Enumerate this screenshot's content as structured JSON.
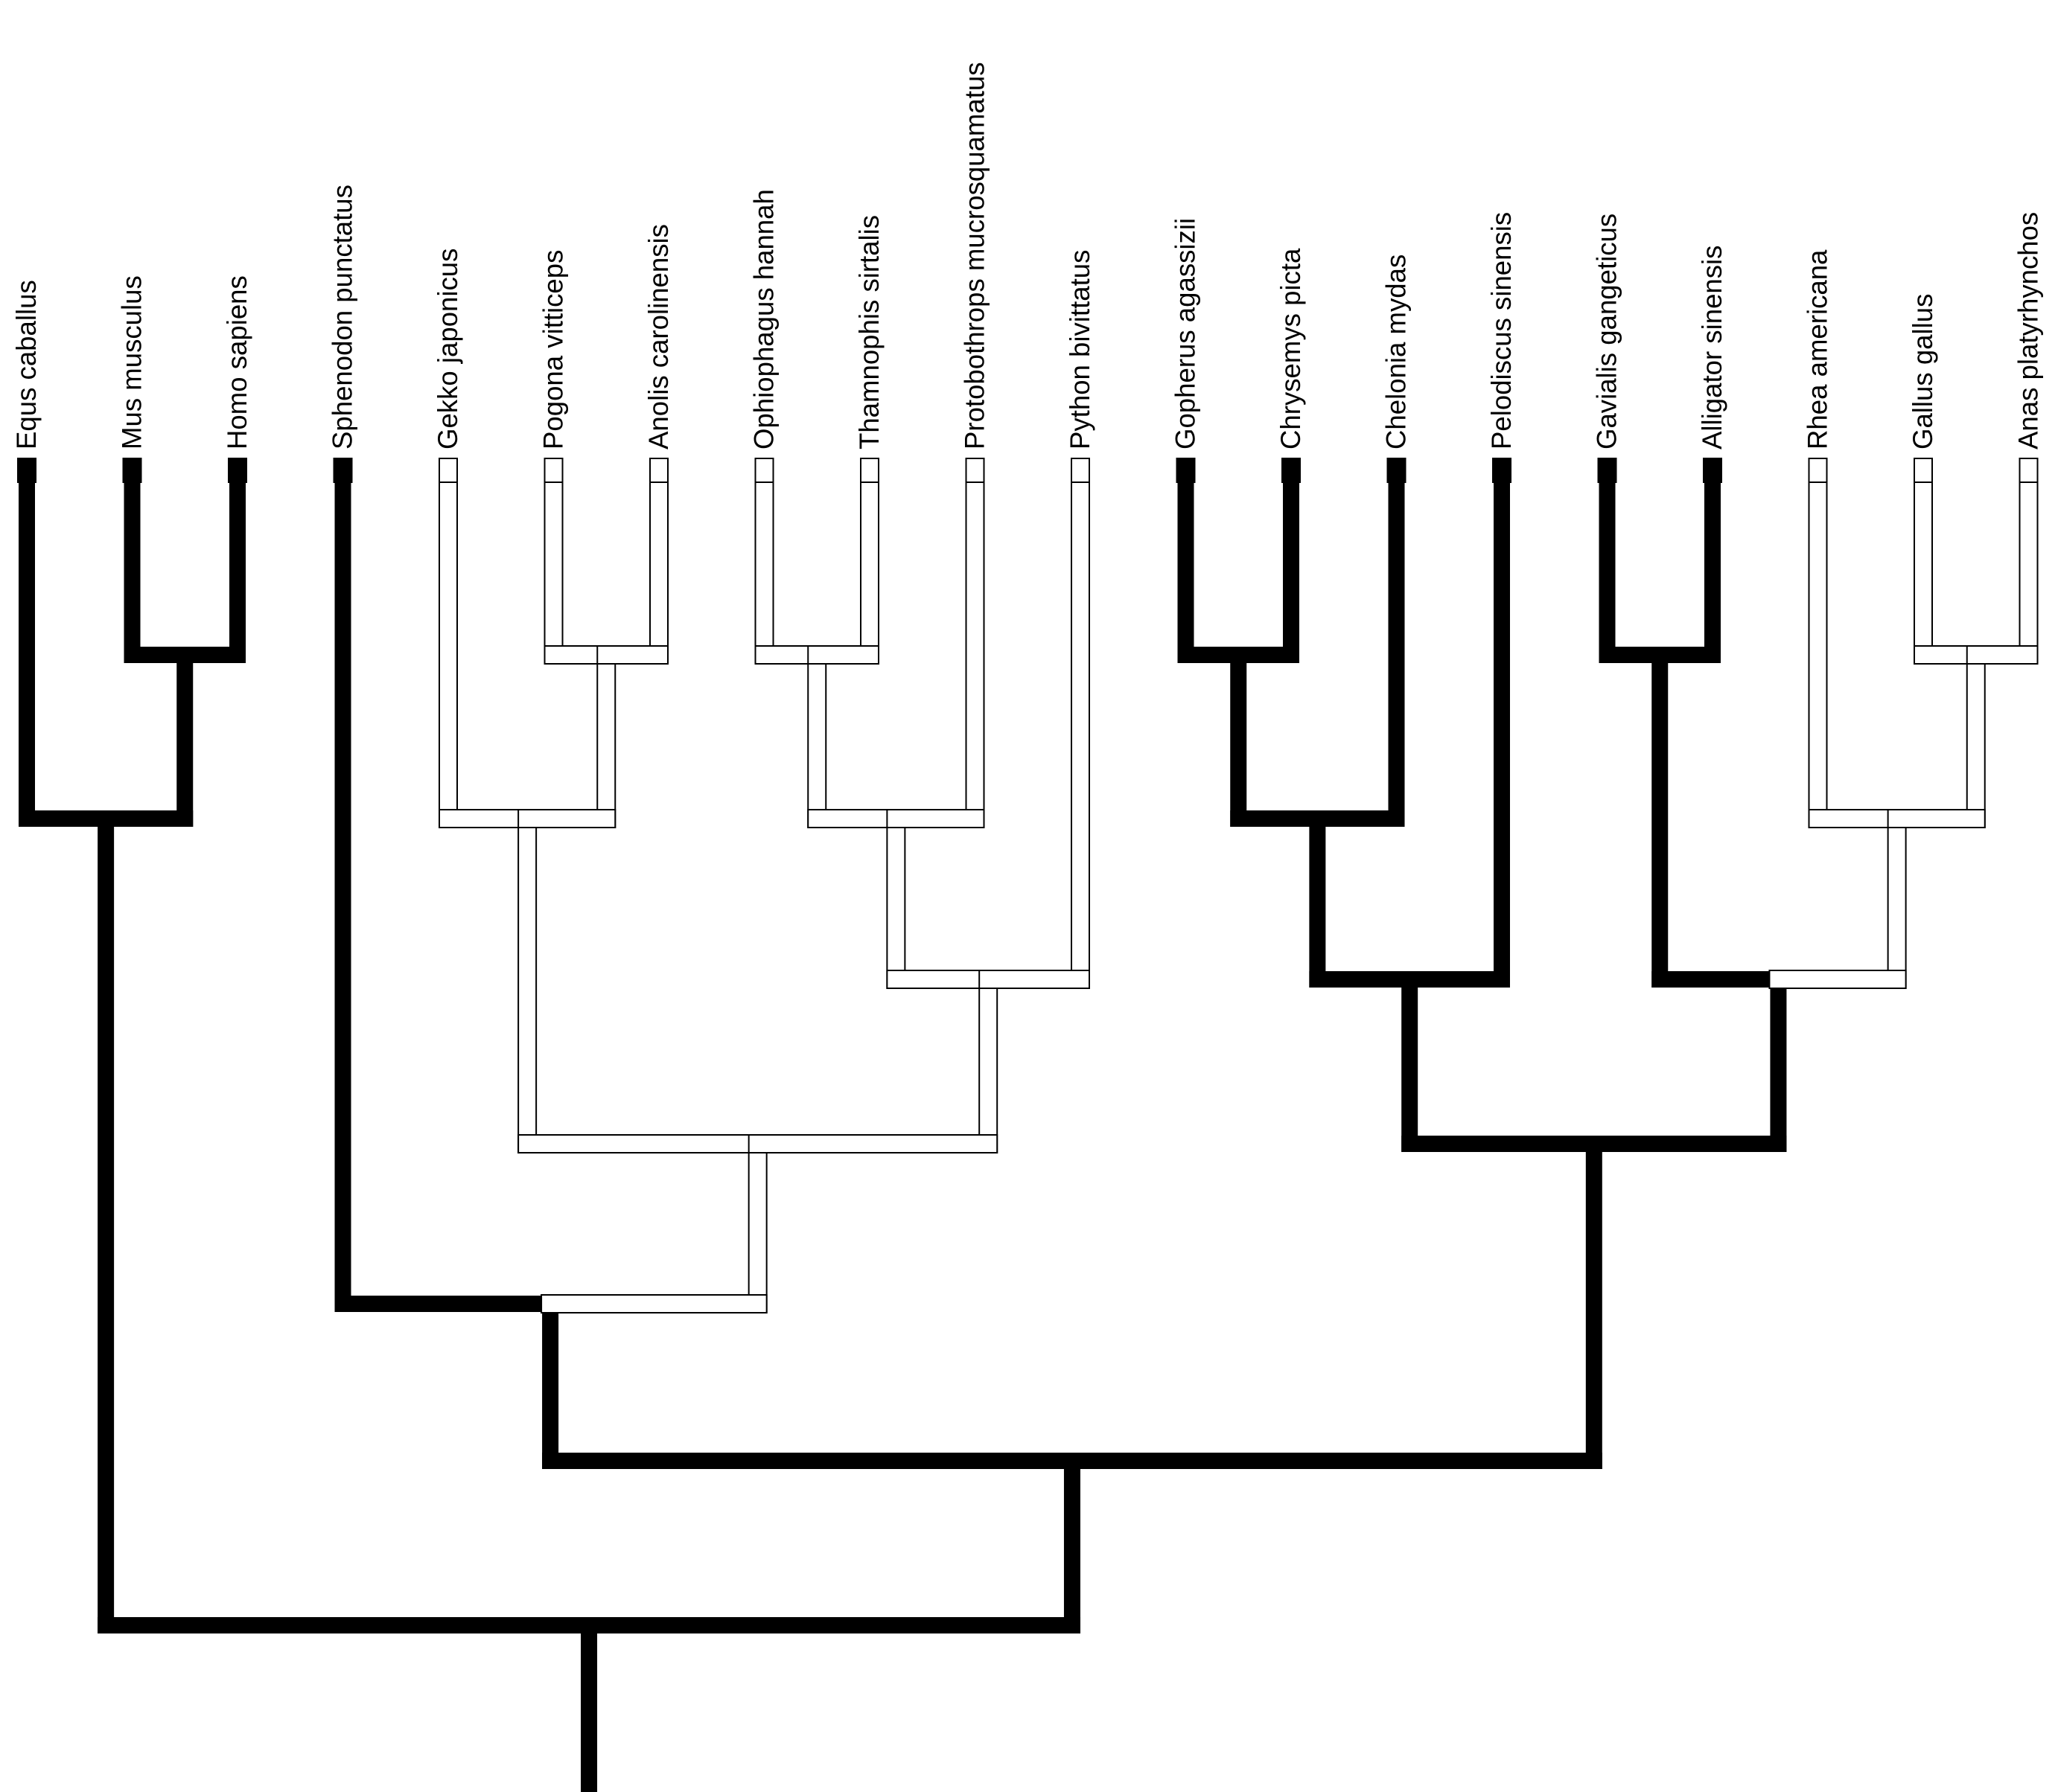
{
  "tree": {
    "state_colors": {
      "present": "#000000",
      "absent": "#ffffff"
    },
    "branch_outline": "#000000",
    "taxa": [
      {
        "name": "Equs caballus",
        "state": "present"
      },
      {
        "name": "Mus musculus",
        "state": "present"
      },
      {
        "name": "Homo sapiens",
        "state": "present"
      },
      {
        "name": "Sphenodon punctatus",
        "state": "present"
      },
      {
        "name": "Gekko japonicus",
        "state": "absent"
      },
      {
        "name": "Pogona vitticeps",
        "state": "absent"
      },
      {
        "name": "Anolis carolinensis",
        "state": "absent"
      },
      {
        "name": "Ophiophagus hannah",
        "state": "absent"
      },
      {
        "name": "Thamnophis sirtalis",
        "state": "absent"
      },
      {
        "name": "Protobothrops mucrosquamatus",
        "state": "absent"
      },
      {
        "name": "Python bivittatus",
        "state": "absent"
      },
      {
        "name": "Gopherus agassizii",
        "state": "present"
      },
      {
        "name": "Chrysemys picta",
        "state": "present"
      },
      {
        "name": "Chelonia mydas",
        "state": "present"
      },
      {
        "name": "Pelodiscus sinensis",
        "state": "present"
      },
      {
        "name": "Gavialis gangeticus",
        "state": "present"
      },
      {
        "name": "Alligator sinensis",
        "state": "present"
      },
      {
        "name": "Rhea americana",
        "state": "absent"
      },
      {
        "name": "Gallus gallus",
        "state": "absent"
      },
      {
        "name": "Anas platyrhynchos",
        "state": "absent"
      }
    ],
    "topology": [
      [
        [
          0,
          [
            1,
            2
          ]
        ],
        [
          [
            3,
            [
              [
                [
                  4,
                  [
                    5,
                    6
                  ]
                ],
                [
                  [
                    [
                      7,
                      8
                    ],
                    9
                  ],
                  10
                ]
              ]
            ]
          ],
          [
            [
              [
                [
                  11,
                  12
                ],
                13
              ],
              14
            ],
            [
              [
                15,
                16
              ],
              [
                17,
                [
                  18,
                  19
                ]
              ]
            ]
          ]
        ]
      ]
    ]
  }
}
